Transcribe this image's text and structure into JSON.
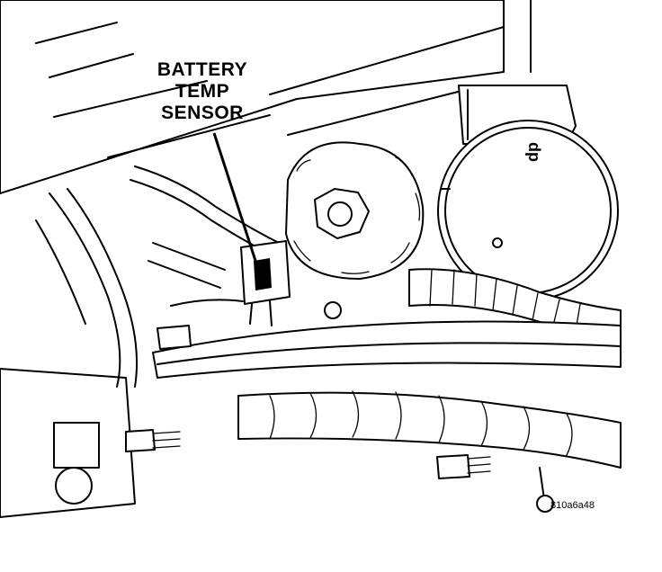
{
  "callout": {
    "line1": "BATTERY",
    "line2": "TEMP",
    "line3": "SENSOR"
  },
  "figure_id": "810a6a48"
}
